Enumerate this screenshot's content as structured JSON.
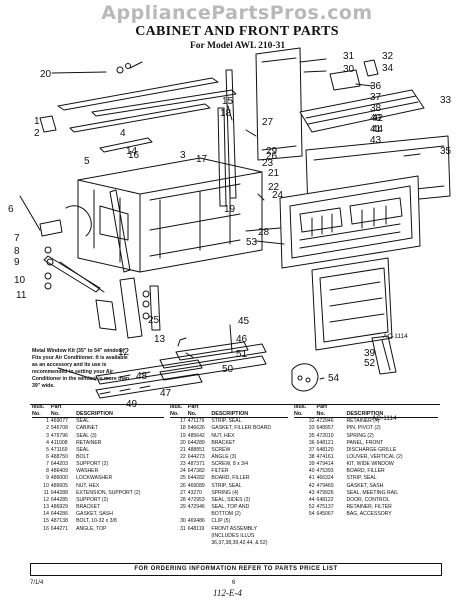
{
  "watermark": "AppliancePartsPros.com",
  "title": "CABINET AND FRONT PARTS",
  "subtitle": "For Model AWL 210-31",
  "callouts": [
    "1",
    "2",
    "3",
    "4",
    "5",
    "6",
    "7",
    "8",
    "9",
    "10",
    "11",
    "12",
    "13",
    "14",
    "15",
    "16",
    "17",
    "18",
    "19",
    "20",
    "21",
    "22",
    "23",
    "24",
    "25",
    "26",
    "27",
    "28",
    "29",
    "30",
    "31",
    "32",
    "33",
    "34",
    "35",
    "36",
    "37",
    "38",
    "39",
    "40",
    "41",
    "42",
    "43",
    "44",
    "45",
    "46",
    "47",
    "48",
    "49",
    "50",
    "51",
    "52",
    "53",
    "54"
  ],
  "ac_label_1": "AC-1114",
  "ac_label_2": "AC-1114",
  "note": "Metal Window Kit (35\" to 54\" window) Fits your Air Conditioner. It is available as an accessory and its use is recommended in setting your Air Conditioner in the window is more than 39\" wide.",
  "table_headers": {
    "illus": "Illus.",
    "no": "No.",
    "part": "Part",
    "part_no": "No.",
    "description": "DESCRIPTION"
  },
  "parts_table_1": [
    {
      "illus": "1",
      "part": "469077",
      "description": "SEAL"
    },
    {
      "illus": "2",
      "part": "546708",
      "description": "CABINET"
    },
    {
      "illus": "3",
      "part": "476796",
      "description": "SEAL (3)"
    },
    {
      "illus": "4",
      "part": "411008",
      "description": "RETAINER"
    },
    {
      "illus": "5",
      "part": "471169",
      "description": "SEAL"
    },
    {
      "illus": "6",
      "part": "488750",
      "description": "BOLT"
    },
    {
      "illus": "7",
      "part": "644203",
      "description": "SUPPORT (2)"
    },
    {
      "illus": "8",
      "part": "486409",
      "description": "WASHER"
    },
    {
      "illus": "9",
      "part": "486000",
      "description": "LOCKWASHER"
    },
    {
      "illus": "10",
      "part": "486605",
      "description": "NUT, HEX"
    },
    {
      "illus": "11",
      "part": "644288",
      "description": "EXTENSION, SUPPORT (2)"
    },
    {
      "illus": "12",
      "part": "644285",
      "description": "SUPPORT (2)"
    },
    {
      "illus": "13",
      "part": "486929",
      "description": "BRACKET"
    },
    {
      "illus": "14",
      "part": "644286",
      "description": "GASKET, SASH"
    },
    {
      "illus": "15",
      "part": "487138",
      "description": "BOLT, 10-32 x 3/8"
    },
    {
      "illus": "16",
      "part": "644271",
      "description": "ANGLE, TOP"
    }
  ],
  "parts_table_2": [
    {
      "illus": "17",
      "part": "471179",
      "description": "STRIP, SEAL"
    },
    {
      "illus": "18",
      "part": "546626",
      "description": "GASKET, FILLER BOARD"
    },
    {
      "illus": "19",
      "part": "485642",
      "description": "NUT, HEX"
    },
    {
      "illus": "20",
      "part": "644289",
      "description": "BRACKET"
    },
    {
      "illus": "21",
      "part": "488851",
      "description": "SCREW"
    },
    {
      "illus": "22",
      "part": "644273",
      "description": "ANGLE (3)"
    },
    {
      "illus": "23",
      "part": "487371",
      "description": "SCREW, 8 x 3/4"
    },
    {
      "illus": "24",
      "part": "647382",
      "description": "FILTER"
    },
    {
      "illus": "25",
      "part": "644282",
      "description": "BOARD, FILLER"
    },
    {
      "illus": "26",
      "part": "469089",
      "description": "STRIP, SEAL"
    },
    {
      "illus": "27",
      "part": "43270",
      "description": "SPRING (4)"
    },
    {
      "illus": "28",
      "part": "472953",
      "description": "SEAL, SIDES (2)"
    },
    {
      "illus": "29",
      "part": "472946",
      "description": "SEAL, TOP AND"
    },
    {
      "illus": "",
      "part": "",
      "description": "BOTTOM (2)"
    },
    {
      "illus": "30",
      "part": "469486",
      "description": "CLIP (5)"
    },
    {
      "illus": "31",
      "part": "648119",
      "description": "FRONT ASSEMBLY"
    },
    {
      "illus": "",
      "part": "",
      "description": "(INCLUDES ILLUS"
    },
    {
      "illus": "",
      "part": "",
      "description": "36,37,38,39,42,44, & 52)"
    }
  ],
  "parts_table_3": [
    {
      "illus": "32",
      "part": "472946",
      "description": "RETAINER (4)"
    },
    {
      "illus": "33",
      "part": "648957",
      "description": "PIN, PIVOT (2)"
    },
    {
      "illus": "35",
      "part": "472010",
      "description": "SPRING (2)"
    },
    {
      "illus": "36",
      "part": "648121",
      "description": "PANEL, FRONT"
    },
    {
      "illus": "37",
      "part": "648120",
      "description": "DISCHARGE GRILLE"
    },
    {
      "illus": "38",
      "part": "474161",
      "description": "LOUVER, VERTICAL (2)"
    },
    {
      "illus": "39",
      "part": "479414",
      "description": "KIT, WIDE WINDOW"
    },
    {
      "illus": "40",
      "part": "475393",
      "description": "BOARD, FILLER"
    },
    {
      "illus": "41",
      "part": "466324",
      "description": "STRIP, SEAL"
    },
    {
      "illus": "42",
      "part": "479460",
      "description": "GASKET, SASH"
    },
    {
      "illus": "43",
      "part": "479926",
      "description": "SEAL, MEETING RAIL"
    },
    {
      "illus": "44",
      "part": "648122",
      "description": "DOOR, CONTROL"
    },
    {
      "illus": "52",
      "part": "475137",
      "description": "RETAINER, FILTER"
    },
    {
      "illus": "54",
      "part": "645067",
      "description": "BAG, ACCESSORY"
    }
  ],
  "footer": "FOR ORDERING INFORMATION REFER TO PARTS PRICE LIST",
  "code": "7/1/4",
  "page_number": "6",
  "scrawl": "112-E-4"
}
